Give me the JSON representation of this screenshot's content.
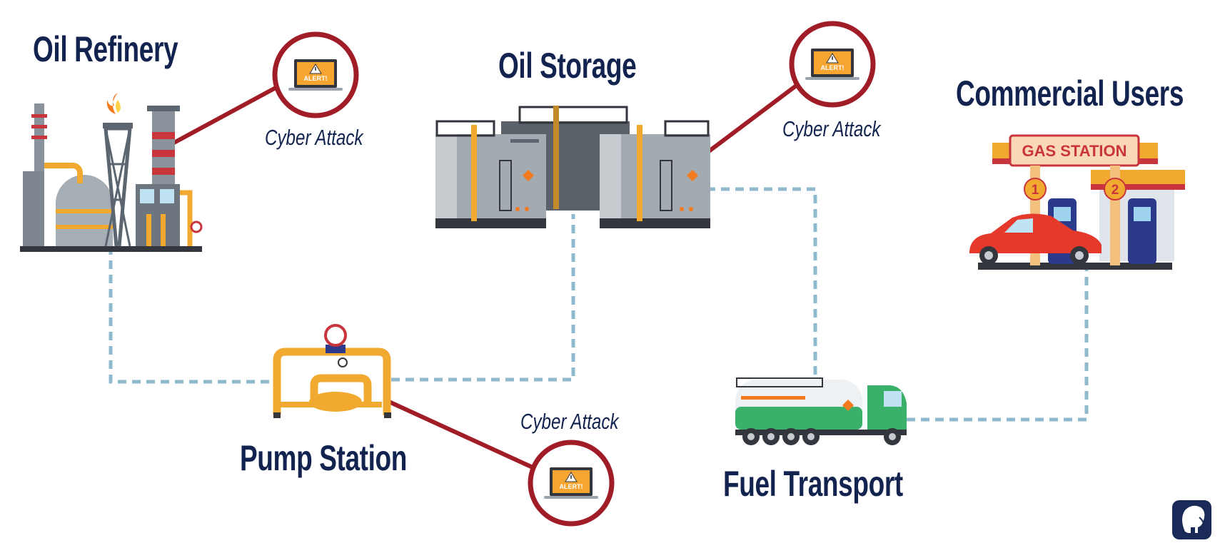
{
  "labels": {
    "oil_refinery": "Oil Refinery",
    "oil_storage": "Oil Storage",
    "commercial_users": "Commercial Users",
    "pump_station": "Pump Station",
    "fuel_transport": "Fuel Transport"
  },
  "attacks": {
    "refinery": "Cyber Attack",
    "storage": "Cyber Attack",
    "pump": "Cyber Attack"
  },
  "alert_text": "ALERT!",
  "gas_station": {
    "sign": "GAS STATION",
    "pump_1": "1",
    "pump_2": "2"
  },
  "icons": {
    "attack_marker": "laptop-alert-icon",
    "logo": "elephant-logo-icon"
  },
  "colors": {
    "title": "#13234f",
    "attack_line": "#a01c26",
    "flow_line": "#8fb9cc",
    "alert_screen": "#f6a531",
    "brand_logo": "#1a2a58"
  }
}
